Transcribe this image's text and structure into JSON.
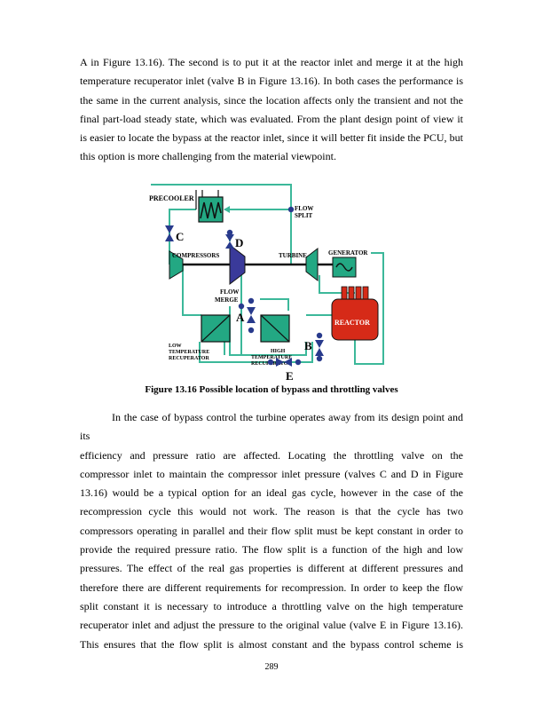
{
  "paragraph1": [
    "A in Figure 13.16).  The second is to put it at the reactor inlet and merge it at the high",
    "temperature recuperator inlet (valve B in Figure 13.16).  In both cases the performance is",
    "the same in the current analysis, since the location affects only the transient and not the",
    "final part-load steady state, which was evaluated.  From the plant design point of view it",
    "is easier to locate the bypass at the reactor inlet, since it will better fit inside the PCU, but",
    "this option is more challenging from the material viewpoint."
  ],
  "figure": {
    "labels": {
      "precooler": "PRECOOLER",
      "flow_split_1": "FLOW",
      "flow_split_2": "SPLIT",
      "compressors": "COMPRESSORS",
      "turbine": "TURBINE",
      "generator": "GENERATOR",
      "flow_merge_1": "FLOW",
      "flow_merge_2": "MERGE",
      "reactor": "REACTOR",
      "ltr_1": "LOW",
      "ltr_2": "TEMPERATURE",
      "ltr_3": "RECUPERATOR",
      "htr_1": "HIGH",
      "htr_2": "TEMPERATURE",
      "htr_3": "RECUPERATOR"
    },
    "valves": {
      "A": "A",
      "B": "B",
      "C": "C",
      "D": "D",
      "E": "E"
    },
    "caption": "Figure 13.16 Possible location of bypass and throttling valves",
    "colors": {
      "line": "#3cb89a",
      "hx_fill": "#23a883",
      "compressor": "#3a3a9a",
      "reactor": "#d62a18",
      "node": "#283a8c"
    }
  },
  "paragraph2": [
    "In the case of bypass control the turbine operates away from its design point and its",
    "efficiency and pressure ratio are affected.  Locating the throttling valve on the",
    "compressor inlet to maintain the compressor inlet pressure (valves C and D in Figure",
    "13.16) would be a typical option for an ideal gas cycle, however in the case of the",
    "recompression cycle this would not work.  The reason is that the cycle has two",
    "compressors operating in parallel and their flow split must be kept constant in order to",
    "provide the required pressure ratio.  The flow split is a function of the high and low",
    "pressures.  The effect of the real gas properties is different at different pressures and",
    "therefore there are different requirements for recompression.  In order to keep the flow",
    "split constant it is necessary to introduce a throttling valve on the high temperature",
    "recuperator inlet and adjust the pressure to the original value (valve E in Figure 13.16).",
    "This ensures that the flow split is almost constant and the bypass control scheme is"
  ],
  "page_number": "289"
}
